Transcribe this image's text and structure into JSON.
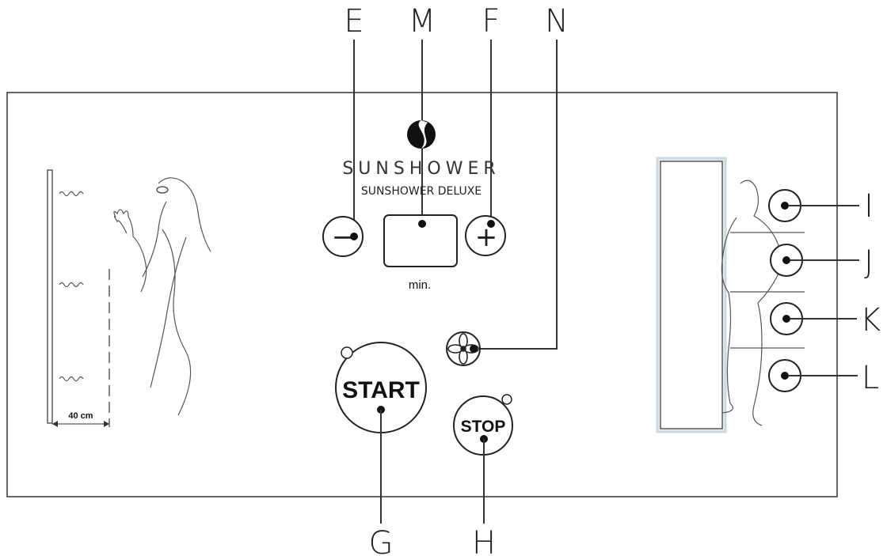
{
  "callouts": {
    "E": "E",
    "M": "M",
    "F": "F",
    "N": "N",
    "I": "I",
    "J": "J",
    "K": "K",
    "L": "L",
    "G": "G",
    "H": "H"
  },
  "brand": {
    "name": "SUNSHOWER",
    "model": "SUNSHOWER DELUXE"
  },
  "panel": {
    "minus_symbol": "−",
    "plus_symbol": "+",
    "timer_unit": "min.",
    "start_label": "START",
    "stop_label": "STOP",
    "distance_label": "40 cm"
  },
  "icons": [
    "sunshower-logo-icon",
    "minus-icon",
    "plus-icon",
    "fan-icon",
    "woman-showering-illustration",
    "woman-standing-illustration"
  ]
}
